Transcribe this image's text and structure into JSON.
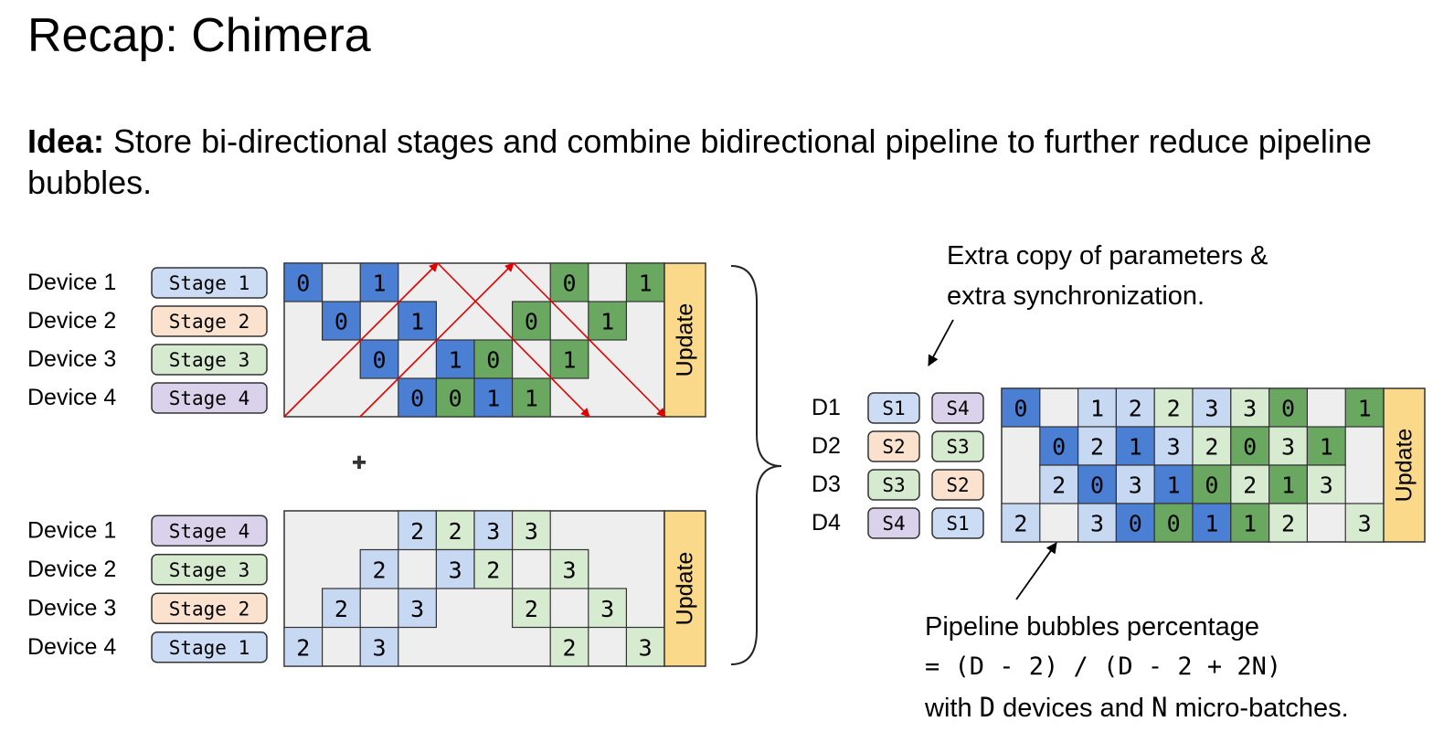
{
  "title": "Recap: Chimera",
  "idea": {
    "label": "Idea:",
    "text": " Store bi-directional stages and combine bidirectional pipeline to further reduce pipeline bubbles."
  },
  "colors": {
    "dark_blue": "#4a7fd4",
    "light_blue": "#c7d8f2",
    "dark_green": "#6aa861",
    "light_green": "#d7ebd1",
    "stage_blue": "#cbdcf4",
    "stage_orange": "#fbe2cf",
    "stage_green": "#d6ead0",
    "stage_purple": "#dad1ea",
    "update": "#fbd98a",
    "grid_bg": "#eeeeee",
    "arrow": "#e00000"
  },
  "top_pipeline": {
    "devices": [
      "Device 1",
      "Device 2",
      "Device 3",
      "Device 4"
    ],
    "stages": [
      {
        "label": "Stage 1",
        "color": "#cbdcf4"
      },
      {
        "label": "Stage 2",
        "color": "#fbe2cf"
      },
      {
        "label": "Stage 3",
        "color": "#d6ead0"
      },
      {
        "label": "Stage 4",
        "color": "#dad1ea"
      }
    ],
    "cells": [
      {
        "row": 0,
        "col": 0,
        "v": "0",
        "c": "#4a7fd4"
      },
      {
        "row": 0,
        "col": 2,
        "v": "1",
        "c": "#4a7fd4"
      },
      {
        "row": 0,
        "col": 7,
        "v": "0",
        "c": "#6aa861"
      },
      {
        "row": 0,
        "col": 9,
        "v": "1",
        "c": "#6aa861"
      },
      {
        "row": 1,
        "col": 1,
        "v": "0",
        "c": "#4a7fd4"
      },
      {
        "row": 1,
        "col": 3,
        "v": "1",
        "c": "#4a7fd4"
      },
      {
        "row": 1,
        "col": 6,
        "v": "0",
        "c": "#6aa861"
      },
      {
        "row": 1,
        "col": 8,
        "v": "1",
        "c": "#6aa861"
      },
      {
        "row": 2,
        "col": 2,
        "v": "0",
        "c": "#4a7fd4"
      },
      {
        "row": 2,
        "col": 4,
        "v": "1",
        "c": "#4a7fd4"
      },
      {
        "row": 2,
        "col": 5,
        "v": "0",
        "c": "#6aa861"
      },
      {
        "row": 2,
        "col": 7,
        "v": "1",
        "c": "#6aa861"
      },
      {
        "row": 3,
        "col": 3,
        "v": "0",
        "c": "#4a7fd4"
      },
      {
        "row": 3,
        "col": 4,
        "v": "0",
        "c": "#6aa861"
      },
      {
        "row": 3,
        "col": 5,
        "v": "1",
        "c": "#4a7fd4"
      },
      {
        "row": 3,
        "col": 6,
        "v": "1",
        "c": "#6aa861"
      }
    ],
    "update_label": "Update"
  },
  "plus": "+",
  "bottom_pipeline": {
    "devices": [
      "Device 1",
      "Device 2",
      "Device 3",
      "Device 4"
    ],
    "stages": [
      {
        "label": "Stage 4",
        "color": "#dad1ea"
      },
      {
        "label": "Stage 3",
        "color": "#d6ead0"
      },
      {
        "label": "Stage 2",
        "color": "#fbe2cf"
      },
      {
        "label": "Stage 1",
        "color": "#cbdcf4"
      }
    ],
    "cells": [
      {
        "row": 0,
        "col": 3,
        "v": "2",
        "c": "#c7d8f2"
      },
      {
        "row": 0,
        "col": 4,
        "v": "2",
        "c": "#d7ebd1"
      },
      {
        "row": 0,
        "col": 5,
        "v": "3",
        "c": "#c7d8f2"
      },
      {
        "row": 0,
        "col": 6,
        "v": "3",
        "c": "#d7ebd1"
      },
      {
        "row": 1,
        "col": 2,
        "v": "2",
        "c": "#c7d8f2"
      },
      {
        "row": 1,
        "col": 4,
        "v": "3",
        "c": "#c7d8f2"
      },
      {
        "row": 1,
        "col": 5,
        "v": "2",
        "c": "#d7ebd1"
      },
      {
        "row": 1,
        "col": 7,
        "v": "3",
        "c": "#d7ebd1"
      },
      {
        "row": 2,
        "col": 1,
        "v": "2",
        "c": "#c7d8f2"
      },
      {
        "row": 2,
        "col": 3,
        "v": "3",
        "c": "#c7d8f2"
      },
      {
        "row": 2,
        "col": 6,
        "v": "2",
        "c": "#d7ebd1"
      },
      {
        "row": 2,
        "col": 8,
        "v": "3",
        "c": "#d7ebd1"
      },
      {
        "row": 3,
        "col": 0,
        "v": "2",
        "c": "#c7d8f2"
      },
      {
        "row": 3,
        "col": 2,
        "v": "3",
        "c": "#c7d8f2"
      },
      {
        "row": 3,
        "col": 7,
        "v": "2",
        "c": "#d7ebd1"
      },
      {
        "row": 3,
        "col": 9,
        "v": "3",
        "c": "#d7ebd1"
      }
    ],
    "update_label": "Update"
  },
  "combined_pipeline": {
    "devices": [
      "D1",
      "D2",
      "D3",
      "D4"
    ],
    "stages_a": [
      {
        "label": "S1",
        "color": "#cbdcf4"
      },
      {
        "label": "S2",
        "color": "#fbe2cf"
      },
      {
        "label": "S3",
        "color": "#d6ead0"
      },
      {
        "label": "S4",
        "color": "#dad1ea"
      }
    ],
    "stages_b": [
      {
        "label": "S4",
        "color": "#dad1ea"
      },
      {
        "label": "S3",
        "color": "#d6ead0"
      },
      {
        "label": "S2",
        "color": "#fbe2cf"
      },
      {
        "label": "S1",
        "color": "#cbdcf4"
      }
    ],
    "cells": [
      {
        "row": 0,
        "col": 0,
        "v": "0",
        "c": "#4a7fd4"
      },
      {
        "row": 0,
        "col": 2,
        "v": "1",
        "c": "#c7d8f2"
      },
      {
        "row": 0,
        "col": 3,
        "v": "2",
        "c": "#c7d8f2"
      },
      {
        "row": 0,
        "col": 4,
        "v": "2",
        "c": "#d7ebd1"
      },
      {
        "row": 0,
        "col": 5,
        "v": "3",
        "c": "#c7d8f2"
      },
      {
        "row": 0,
        "col": 6,
        "v": "3",
        "c": "#d7ebd1"
      },
      {
        "row": 0,
        "col": 7,
        "v": "0",
        "c": "#6aa861"
      },
      {
        "row": 0,
        "col": 9,
        "v": "1",
        "c": "#6aa861"
      },
      {
        "row": 1,
        "col": 1,
        "v": "0",
        "c": "#4a7fd4"
      },
      {
        "row": 1,
        "col": 2,
        "v": "2",
        "c": "#c7d8f2"
      },
      {
        "row": 1,
        "col": 3,
        "v": "1",
        "c": "#4a7fd4"
      },
      {
        "row": 1,
        "col": 4,
        "v": "3",
        "c": "#c7d8f2"
      },
      {
        "row": 1,
        "col": 5,
        "v": "2",
        "c": "#d7ebd1"
      },
      {
        "row": 1,
        "col": 6,
        "v": "0",
        "c": "#6aa861"
      },
      {
        "row": 1,
        "col": 7,
        "v": "3",
        "c": "#d7ebd1"
      },
      {
        "row": 1,
        "col": 8,
        "v": "1",
        "c": "#6aa861"
      },
      {
        "row": 2,
        "col": 1,
        "v": "2",
        "c": "#c7d8f2"
      },
      {
        "row": 2,
        "col": 2,
        "v": "0",
        "c": "#4a7fd4"
      },
      {
        "row": 2,
        "col": 3,
        "v": "3",
        "c": "#c7d8f2"
      },
      {
        "row": 2,
        "col": 4,
        "v": "1",
        "c": "#4a7fd4"
      },
      {
        "row": 2,
        "col": 5,
        "v": "0",
        "c": "#6aa861"
      },
      {
        "row": 2,
        "col": 6,
        "v": "2",
        "c": "#d7ebd1"
      },
      {
        "row": 2,
        "col": 7,
        "v": "1",
        "c": "#6aa861"
      },
      {
        "row": 2,
        "col": 8,
        "v": "3",
        "c": "#d7ebd1"
      },
      {
        "row": 3,
        "col": 0,
        "v": "2",
        "c": "#c7d8f2"
      },
      {
        "row": 3,
        "col": 2,
        "v": "3",
        "c": "#c7d8f2"
      },
      {
        "row": 3,
        "col": 3,
        "v": "0",
        "c": "#4a7fd4"
      },
      {
        "row": 3,
        "col": 4,
        "v": "0",
        "c": "#6aa861"
      },
      {
        "row": 3,
        "col": 5,
        "v": "1",
        "c": "#4a7fd4"
      },
      {
        "row": 3,
        "col": 6,
        "v": "1",
        "c": "#6aa861"
      },
      {
        "row": 3,
        "col": 7,
        "v": "2",
        "c": "#d7ebd1"
      },
      {
        "row": 3,
        "col": 9,
        "v": "3",
        "c": "#d7ebd1"
      }
    ],
    "update_label": "Update"
  },
  "annotations": {
    "extra_copy_line1": "Extra copy of parameters &",
    "extra_copy_line2": "extra synchronization.",
    "bubbles_line1": "Pipeline bubbles percentage",
    "bubbles_formula": "= (D - 2) / (D - 2 + 2N)",
    "bubbles_line3_a": "with ",
    "bubbles_line3_d": "D",
    "bubbles_line3_b": " devices and ",
    "bubbles_line3_n": "N",
    "bubbles_line3_c": " micro-batches."
  }
}
